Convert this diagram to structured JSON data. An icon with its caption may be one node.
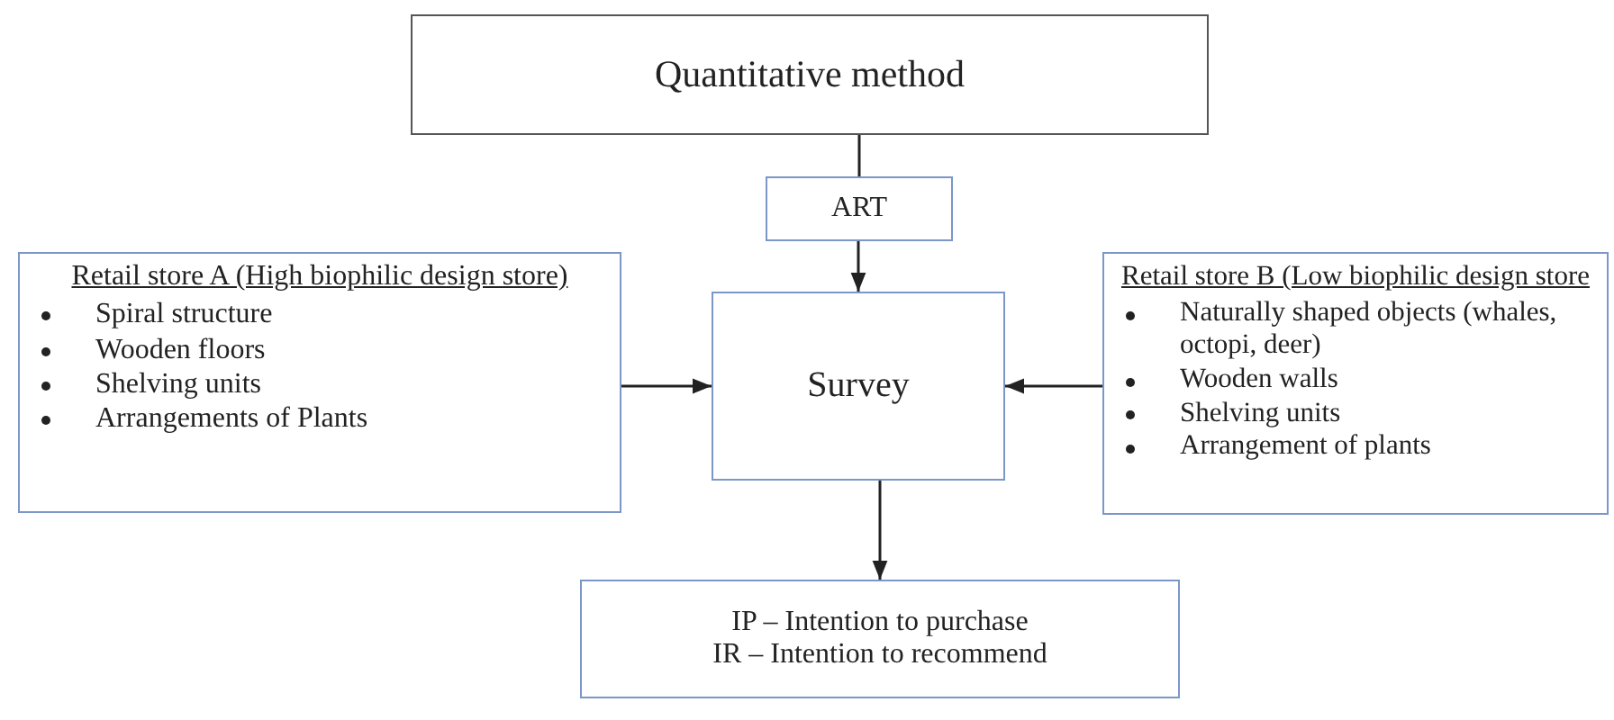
{
  "diagram": {
    "nodes": [
      {
        "text": [
          "Quantitative method"
        ]
      },
      {
        "text": [
          "ART"
        ]
      },
      {
        "text": [
          "Retail store A (High biophilic design store)",
          "Spiral structure",
          "Wooden floors",
          "Shelving units",
          "Arrangements of Plants"
        ]
      },
      {
        "text": [
          "Survey"
        ]
      },
      {
        "text": [
          "Retail store B (Low biophilic design store",
          "Naturally shaped objects (whales, octopi, deer)",
          "Wooden walls",
          "Shelving units",
          "Arrangement of plants"
        ]
      },
      {
        "text": [
          "IP – Intention to purchase",
          "IR – Intention to recommend"
        ]
      }
    ],
    "edges": [
      {
        "from": 0,
        "to": 1,
        "arrow": "none"
      },
      {
        "from": 1,
        "to": 3,
        "arrow": "to"
      },
      {
        "from": 2,
        "to": 3,
        "arrow": "to"
      },
      {
        "from": 4,
        "to": 3,
        "arrow": "to"
      },
      {
        "from": 3,
        "to": 5,
        "arrow": "to"
      }
    ]
  }
}
